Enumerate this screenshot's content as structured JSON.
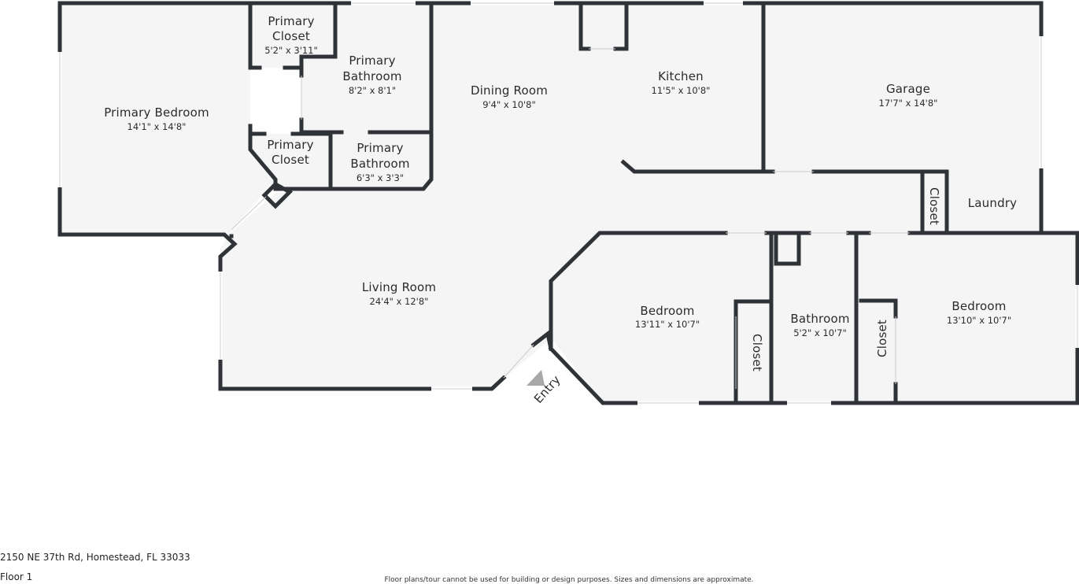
{
  "rooms": {
    "primary_bedroom": {
      "name": "Primary Bedroom",
      "dims": "14'1\" x 14'8\""
    },
    "primary_closet_1": {
      "name_line1": "Primary",
      "name_line2": "Closet",
      "dims": "5'2\" x 3'11\""
    },
    "primary_bathroom_1": {
      "name_line1": "Primary",
      "name_line2": "Bathroom",
      "dims": "8'2\" x 8'1\""
    },
    "primary_closet_2": {
      "name_line1": "Primary",
      "name_line2": "Closet"
    },
    "primary_bathroom_2": {
      "name_line1": "Primary",
      "name_line2": "Bathroom",
      "dims": "6'3\" x 3'3\""
    },
    "dining_room": {
      "name": "Dining Room",
      "dims": "9'4\" x 10'8\""
    },
    "kitchen": {
      "name": "Kitchen",
      "dims": "11'5\" x 10'8\""
    },
    "garage": {
      "name": "Garage",
      "dims": "17'7\" x 14'8\""
    },
    "laundry": {
      "name": "Laundry"
    },
    "laundry_closet": {
      "name": "Closet"
    },
    "living_room": {
      "name": "Living Room",
      "dims": "24'4\" x 12'8\""
    },
    "bedroom_1": {
      "name": "Bedroom",
      "dims": "13'11\" x 10'7\""
    },
    "bedroom_1_closet": {
      "name": "Closet"
    },
    "bathroom": {
      "name": "Bathroom",
      "dims": "5'2\" x 10'7\""
    },
    "bedroom_2_closet": {
      "name": "Closet"
    },
    "bedroom_2": {
      "name": "Bedroom",
      "dims": "13'10\" x 10'7\""
    },
    "entry": {
      "name": "Entry"
    }
  },
  "footer": {
    "address": "2150 NE 37th Rd, Homestead, FL 33033",
    "floor": "Floor 1",
    "disclaimer": "Floor plans/tour cannot be used for building or design purposes. Sizes and dimensions are approximate."
  },
  "colors": {
    "wall": "#2f3236",
    "floor": "#f5f5f5",
    "window": "#ffffff",
    "entry_marker": "#a8a8a8"
  }
}
